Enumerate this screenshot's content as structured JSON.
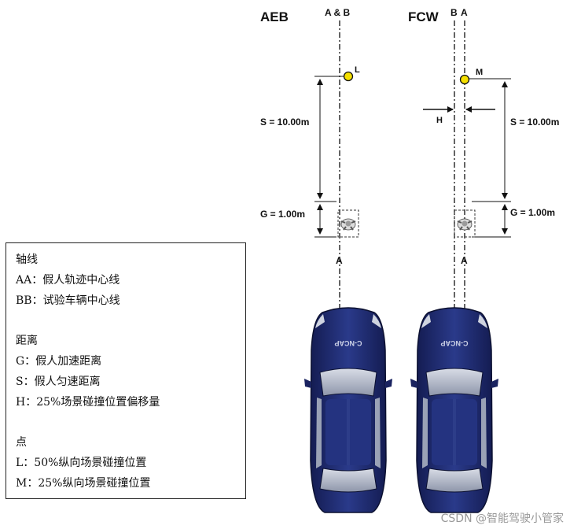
{
  "aeb": {
    "title": "AEB",
    "axis_top_label": "A & B",
    "axis_bottom_label": "A",
    "point_label": "L",
    "s_label": "S = 10.00m",
    "g_label": "G = 1.00m",
    "car_text": "C-NCAP"
  },
  "fcw": {
    "title": "FCW",
    "axis_b_label": "B",
    "axis_a_label": "A",
    "axis_bottom_label": "A",
    "point_label": "M",
    "offset_label": "H",
    "s_label": "S = 10.00m",
    "g_label": "G = 1.00m",
    "car_text": "C-NCAP"
  },
  "legend": {
    "section_axes": "轴线",
    "aa": "AA：假人轨迹中心线",
    "bb": "BB：试验车辆中心线",
    "section_distance": "距离",
    "g": "G：假人加速距离",
    "s": "S：假人匀速距离",
    "h": "H：25%场景碰撞位置偏移量",
    "section_points": "点",
    "l": "L：50%纵向场景碰撞位置",
    "m": "M：25%纵向场景碰撞位置"
  },
  "watermark": "CSDN @智能驾驶小管家",
  "colors": {
    "car_body": "#1f2a6e",
    "point_fill": "#f5e000",
    "line": "#111111"
  }
}
